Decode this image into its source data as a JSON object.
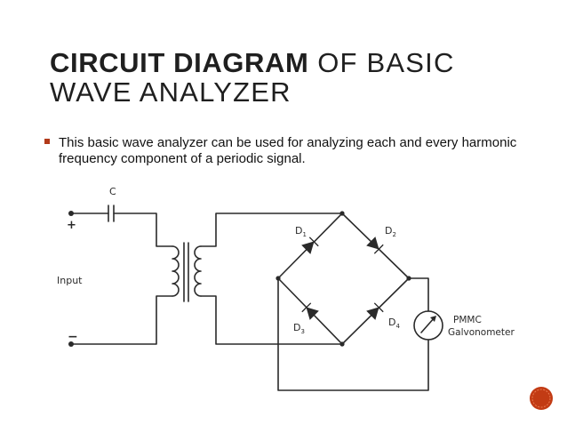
{
  "title": {
    "bold_part": "CIRCUIT DIAGRAM",
    "regular_part": " OF BASIC",
    "line2": "WAVE ANALYZER"
  },
  "bullet": {
    "text": "This basic wave analyzer can be used for analyzing each and every harmonic frequency component of a periodic signal."
  },
  "diagram": {
    "labels": {
      "capacitor": "C",
      "plus": "+",
      "minus": "−",
      "input": "Input",
      "d1": "D",
      "d1_sub": "1",
      "d2": "D",
      "d2_sub": "2",
      "d3": "D",
      "d3_sub": "3",
      "d4": "D",
      "d4_sub": "4",
      "meter_line1": "PMMC",
      "meter_line2": "Galvonometer"
    }
  },
  "colors": {
    "accent": "#c23b14",
    "wire": "#2a2a2a",
    "text": "#1f1f1f"
  },
  "icons": {
    "bullet": "square-bullet-icon",
    "badge": "red-circle-page-icon"
  }
}
